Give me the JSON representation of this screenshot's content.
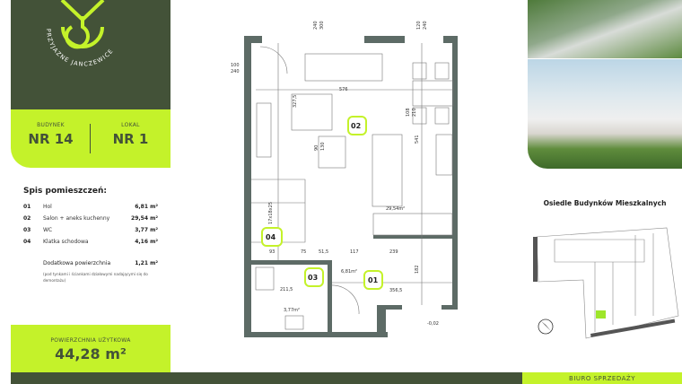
{
  "brand": {
    "name": "PRZYJAZNE JANCZEWICE",
    "colors": {
      "dark": "#435238",
      "accent": "#c4f22a"
    }
  },
  "unit": {
    "building_label": "BUDYNEK",
    "building_value": "NR 14",
    "unit_label": "LOKAL",
    "unit_value": "NR 1"
  },
  "rooms": {
    "title": "Spis pomieszczeń:",
    "items": [
      {
        "no": "01",
        "name": "Hol",
        "area": "6,81 m²"
      },
      {
        "no": "02",
        "name": "Salon + aneks kuchenny",
        "area": "29,54 m²"
      },
      {
        "no": "03",
        "name": "WC",
        "area": "3,77 m²"
      },
      {
        "no": "04",
        "name": "Klatka schodowa",
        "area": "4,16 m²"
      }
    ],
    "extra_label": "Dodatkowa powierzchnia",
    "extra_area": "1,21 m²",
    "extra_note": "(pod tynkami i ściankami działowymi nadającymi się do demontażu)"
  },
  "usable_area": {
    "label": "POWIERZCHNIA UŻYTKOWA",
    "value": "44,28 m²"
  },
  "plan": {
    "room_tags": [
      "02",
      "04",
      "03",
      "01"
    ],
    "areas": [
      "29,54m²",
      "6,81m²",
      "3,77m²"
    ],
    "dims": [
      "576",
      "327,5",
      "541",
      "100",
      "75",
      "51,5",
      "117",
      "239",
      "93",
      "211,5",
      "356,5",
      "182",
      "17x18x25",
      "-0,02"
    ],
    "windows": [
      [
        "240",
        "300"
      ],
      [
        "120",
        "240"
      ],
      [
        "100",
        "240"
      ],
      [
        "90",
        "130"
      ],
      [
        "108",
        "210"
      ]
    ]
  },
  "estate": {
    "title": "Osiedle Budynków Mieszkalnych"
  },
  "footer": {
    "sales_label": "BIURO SPRZEDAŻY"
  }
}
